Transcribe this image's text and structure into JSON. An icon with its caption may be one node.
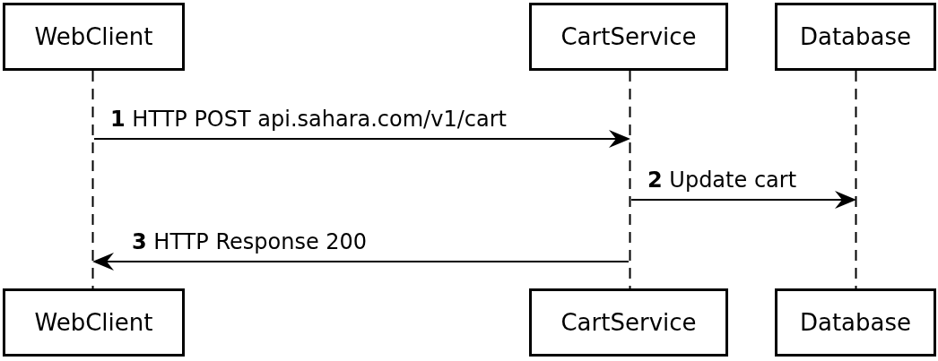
{
  "diagram": {
    "nodes": [
      {
        "text": [
          "WebClient"
        ]
      },
      {
        "text": [
          "CartService"
        ]
      },
      {
        "text": [
          "Database"
        ]
      },
      {
        "text": [
          "WebClient"
        ]
      },
      {
        "text": [
          "CartService"
        ]
      },
      {
        "text": [
          "Database"
        ]
      },
      {
        "text": [],
        "shape": "line"
      },
      {
        "text": [],
        "shape": "line"
      },
      {
        "text": [],
        "shape": "line"
      }
    ],
    "edges": [
      {
        "from": 6,
        "to": 7,
        "arrow": "to",
        "label": "**1** HTTP POST api.sahara.com/v1/cart"
      },
      {
        "from": 7,
        "to": 8,
        "arrow": "to",
        "label": "**2** Update cart"
      },
      {
        "from": 7,
        "to": 6,
        "arrow": "to",
        "label": "**3** HTTP Response 200"
      }
    ]
  }
}
